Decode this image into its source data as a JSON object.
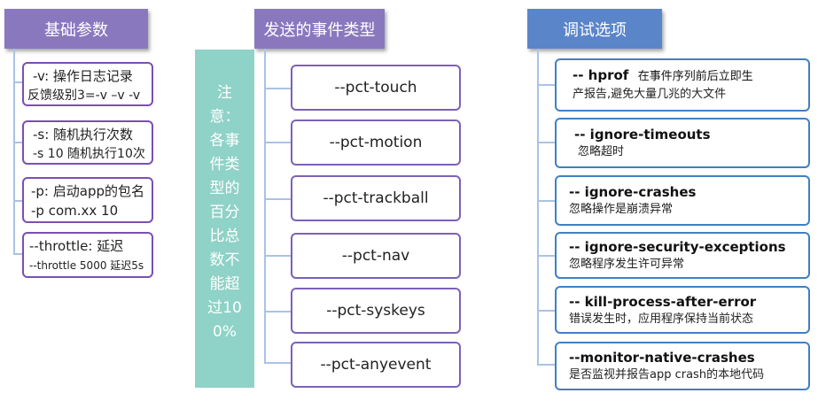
{
  "colors": {
    "purple_header": "#8a78be",
    "blue_header": "#5b85c9",
    "teal_note": "#8fd2c7",
    "purple_border": "#7a4fb3",
    "blue_border": "#3f80c4",
    "connector": "#a9c3e6"
  },
  "basic": {
    "title": "基础参数",
    "items": [
      {
        "line1": "-v: 操作日志记录",
        "line2": "反馈级别3=-v –v -v"
      },
      {
        "line1": "-s: 随机执行次数",
        "line2": "-s 10 随机执行10次"
      },
      {
        "line1": "-p: 启动app的包名",
        "line2": "-p com.xx 10"
      },
      {
        "line1": "--throttle: 延迟",
        "line2": "--throttle 5000 延迟5s"
      }
    ]
  },
  "events": {
    "title": "发送的事件类型",
    "note": "注意：各事件类型的百分比总数不能超过100%",
    "items": [
      "--pct-touch",
      "--pct-motion",
      "--pct-trackball",
      "--pct-nav",
      "--pct-syskeys",
      "--pct-anyevent"
    ]
  },
  "debug": {
    "title": "调试选项",
    "items": [
      {
        "line1": "-- hprof",
        "desc": "在事件序列前后立即生",
        "line2": "产报告,避免大量几兆的大文件"
      },
      {
        "line1": "-- ignore-timeouts",
        "desc": "",
        "line2": "忽略超时"
      },
      {
        "line1": "-- ignore-crashes",
        "desc": "",
        "line2": "忽略操作是崩溃异常"
      },
      {
        "line1": "-- ignore-security-exceptions",
        "desc": "",
        "line2": "忽略程序发生许可异常"
      },
      {
        "line1": "-- kill-process-after-error",
        "desc": "",
        "line2": "错误发生时，应用程序保持当前状态"
      },
      {
        "line1": "--monitor-native-crashes",
        "desc": "",
        "line2": "是否监视并报告app crash的本地代码"
      }
    ]
  }
}
